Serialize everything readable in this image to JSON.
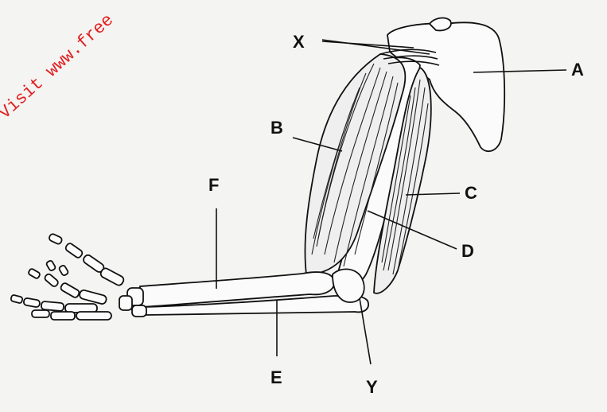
{
  "watermark": "Visit www.free",
  "labels": {
    "A": "A",
    "B": "B",
    "C": "C",
    "D": "D",
    "E": "E",
    "F": "F",
    "X": "X",
    "Y": "Y"
  },
  "colors": {
    "background": "#f4f4f2",
    "ink": "#111111",
    "watermark": "#e02020"
  }
}
